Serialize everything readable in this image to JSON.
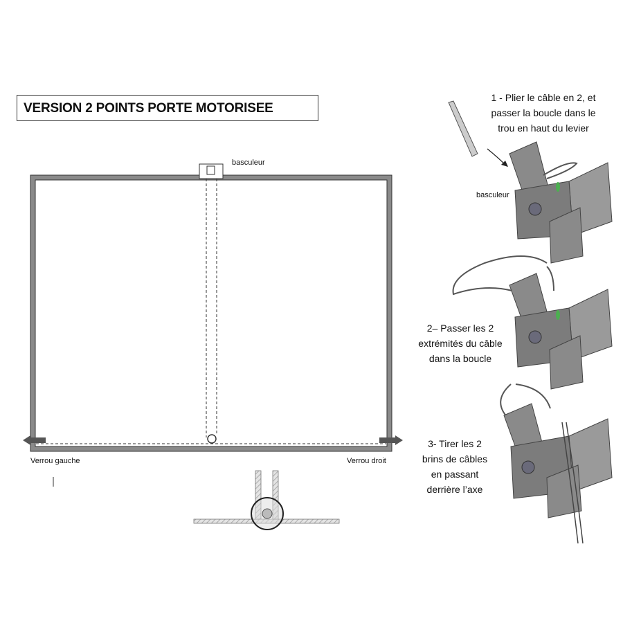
{
  "title": "VERSION 2 POINTS PORTE MOTORISEE",
  "labels": {
    "basculeur_top": "basculeur",
    "verrou_gauche": "Verrou gauche",
    "verrou_droit": "Verrou droit",
    "basculeur_step1": "basculeur"
  },
  "steps": [
    {
      "lines": [
        "1 - Plier le câble en 2, et",
        "passer la boucle dans le",
        "trou en haut du levier"
      ]
    },
    {
      "lines": [
        "2– Passer les 2",
        "extrémités du câble",
        "dans la boucle"
      ]
    },
    {
      "lines": [
        "3-  Tirer les 2",
        "brins de  câbles",
        "en passant",
        "derrière l’axe"
      ]
    }
  ],
  "colors": {
    "frame": "#8a8a8a",
    "bracket": "#7c7c7c",
    "bracket_light": "#a9a9a9",
    "accent_green": "#4caf50"
  }
}
